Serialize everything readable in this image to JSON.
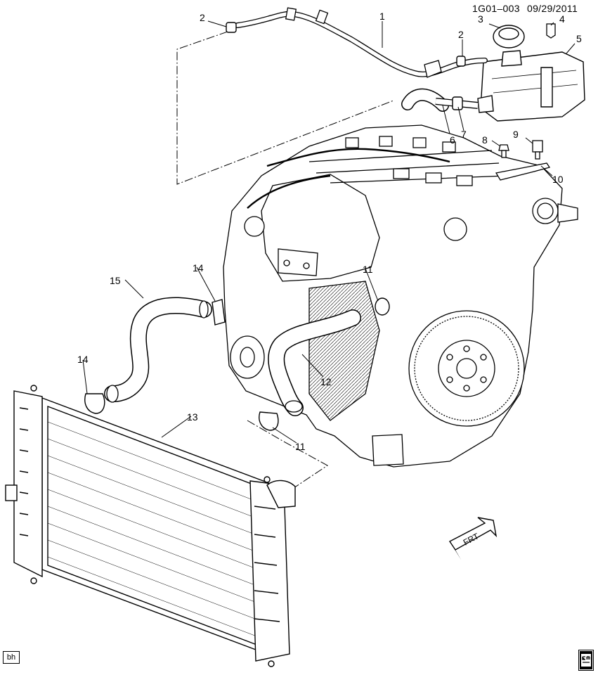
{
  "header": {
    "code": "1G01–003",
    "date": "09/29/2011"
  },
  "footer": {
    "illustrator_tag": "bh"
  },
  "direction": {
    "label": "FRT"
  },
  "callouts": [
    "1",
    "2",
    "2",
    "3",
    "4",
    "5",
    "6",
    "7",
    "8",
    "9",
    "10",
    "11",
    "11",
    "12",
    "13",
    "14",
    "14",
    "15"
  ],
  "colors": {
    "ink": "#000000",
    "paper": "#ffffff",
    "shade": "#d9d9d9"
  },
  "logo": {
    "text": "gm spo"
  }
}
